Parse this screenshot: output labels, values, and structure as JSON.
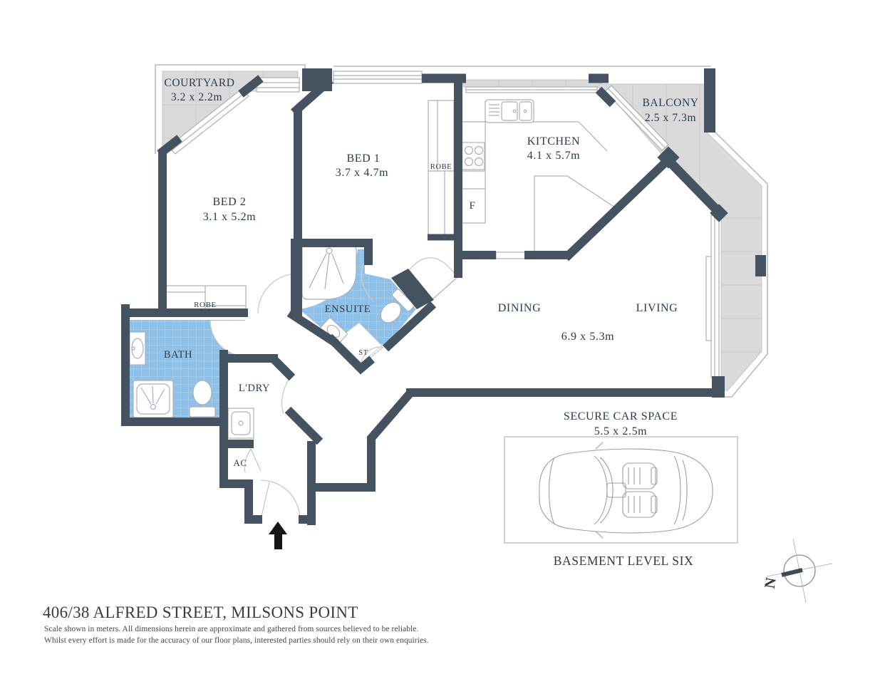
{
  "floorplan": {
    "address": "406/38 ALFRED STREET, MILSONS POINT",
    "disclaimer": {
      "line1": "Scale shown in meters. All dimensions herein are approximate and gathered from sources believed to be  reliable.",
      "line2": "Whilst every effort is made for the accuracy of our floor plans, interested parties should rely on their own enquiries."
    },
    "rooms": {
      "courtyard": {
        "name": "COURTYARD",
        "dims": "3.2 x 2.2m"
      },
      "bed2": {
        "name": "BED 2",
        "dims": "3.1 x 5.2m"
      },
      "bed1": {
        "name": "BED 1",
        "dims": "3.7 x 4.7m"
      },
      "kitchen": {
        "name": "KITCHEN",
        "dims": "4.1 x 5.7m"
      },
      "balcony": {
        "name": "BALCONY",
        "dims": "2.5 x 7.3m"
      },
      "dining": {
        "name": "DINING"
      },
      "living": {
        "name": "LIVING"
      },
      "living_dining_dims": "6.9 x 5.3m",
      "ensuite": {
        "name": "ENSUITE"
      },
      "bath": {
        "name": "BATH"
      },
      "laundry": {
        "name": "L'DRY"
      },
      "robe_bed1": {
        "name": "ROBE"
      },
      "robe_bed2": {
        "name": "ROBE"
      },
      "store": {
        "name": "ST"
      },
      "fridge": {
        "name": "F"
      },
      "aircon": {
        "name": "AC"
      }
    },
    "car_space": {
      "title": "SECURE CAR SPACE",
      "dims": "5.5 x 2.5m",
      "level": "BASEMENT LEVEL SIX"
    },
    "compass": {
      "north": "N"
    },
    "colors": {
      "wall": "#455260",
      "wet_area": "#8fc0e8",
      "outdoor": "#dadada"
    }
  }
}
